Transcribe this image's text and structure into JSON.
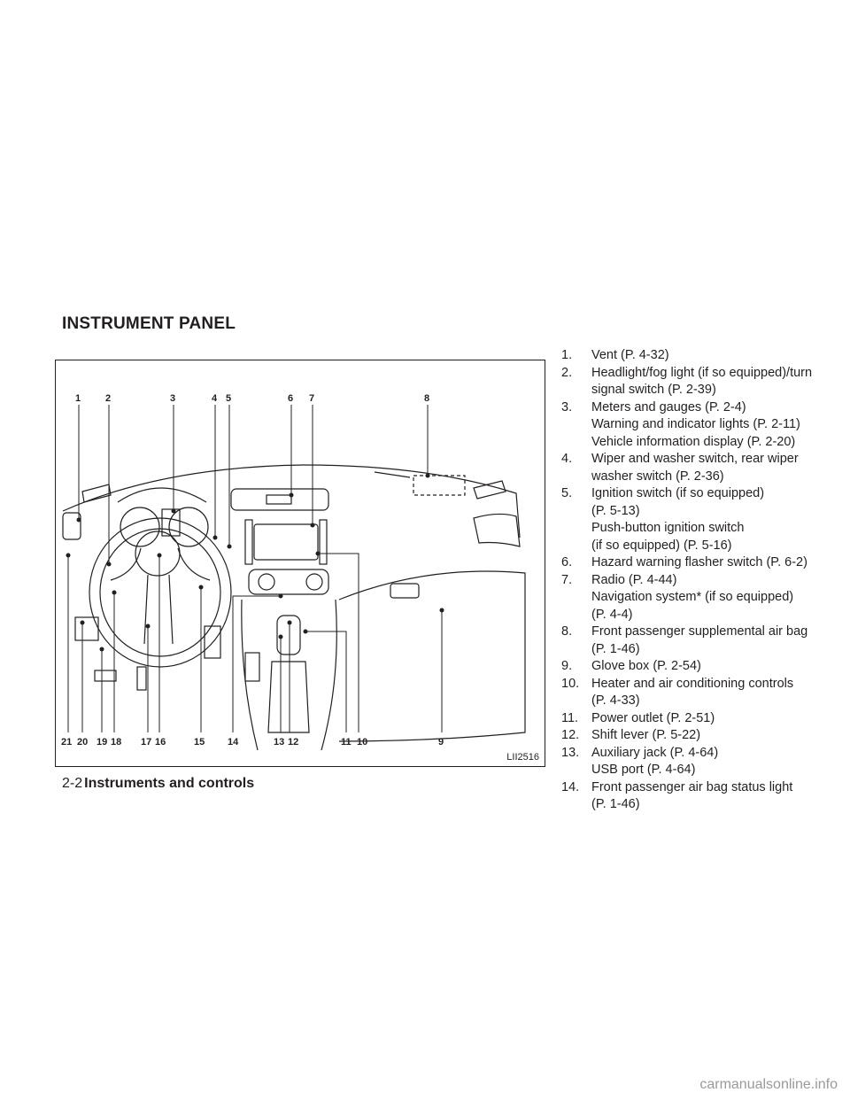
{
  "section_title": "INSTRUMENT PANEL",
  "figure": {
    "code": "LII2516",
    "top_callouts": [
      "1",
      "2",
      "3",
      "4",
      "5",
      "6",
      "7",
      "8"
    ],
    "bottom_callouts": [
      "21",
      "20",
      "19",
      "18",
      "17",
      "16",
      "15",
      "14",
      "13",
      "12",
      "11",
      "10",
      "9"
    ]
  },
  "items": [
    {
      "num": "1.",
      "lines": [
        "Vent (P. 4-32)"
      ]
    },
    {
      "num": "2.",
      "lines": [
        "Headlight/fog light (if so equipped)/turn",
        "signal switch (P. 2-39)"
      ]
    },
    {
      "num": "3.",
      "lines": [
        "Meters and gauges (P. 2-4)",
        "Warning and indicator lights (P. 2-11)",
        "Vehicle information display (P. 2-20)"
      ]
    },
    {
      "num": "4.",
      "lines": [
        "Wiper and washer switch, rear wiper",
        "washer switch (P. 2-36)"
      ]
    },
    {
      "num": "5.",
      "lines": [
        "Ignition switch (if so equipped)",
        "(P. 5-13)",
        "Push-button ignition switch",
        "(if so equipped) (P. 5-16)"
      ]
    },
    {
      "num": "6.",
      "lines": [
        "Hazard warning flasher switch (P. 6-2)"
      ]
    },
    {
      "num": "7.",
      "lines": [
        "Radio (P. 4-44)",
        "Navigation system* (if so equipped)",
        "(P. 4-4)"
      ]
    },
    {
      "num": "8.",
      "lines": [
        "Front passenger supplemental air bag",
        "(P. 1-46)"
      ]
    },
    {
      "num": "9.",
      "lines": [
        "Glove box (P. 2-54)"
      ]
    },
    {
      "num": "10.",
      "lines": [
        "Heater and air conditioning controls",
        "(P. 4-33)"
      ]
    },
    {
      "num": "11.",
      "lines": [
        "Power outlet (P. 2-51)"
      ]
    },
    {
      "num": "12.",
      "lines": [
        "Shift lever (P. 5-22)"
      ]
    },
    {
      "num": "13.",
      "lines": [
        "Auxiliary jack (P. 4-64)",
        "USB port (P. 4-64)"
      ]
    },
    {
      "num": "14.",
      "lines": [
        "Front passenger air bag status light",
        "(P. 1-46)"
      ]
    }
  ],
  "footer": {
    "page": "2-2",
    "chapter": "Instruments and controls"
  },
  "watermark": "carmanualsonline.info"
}
